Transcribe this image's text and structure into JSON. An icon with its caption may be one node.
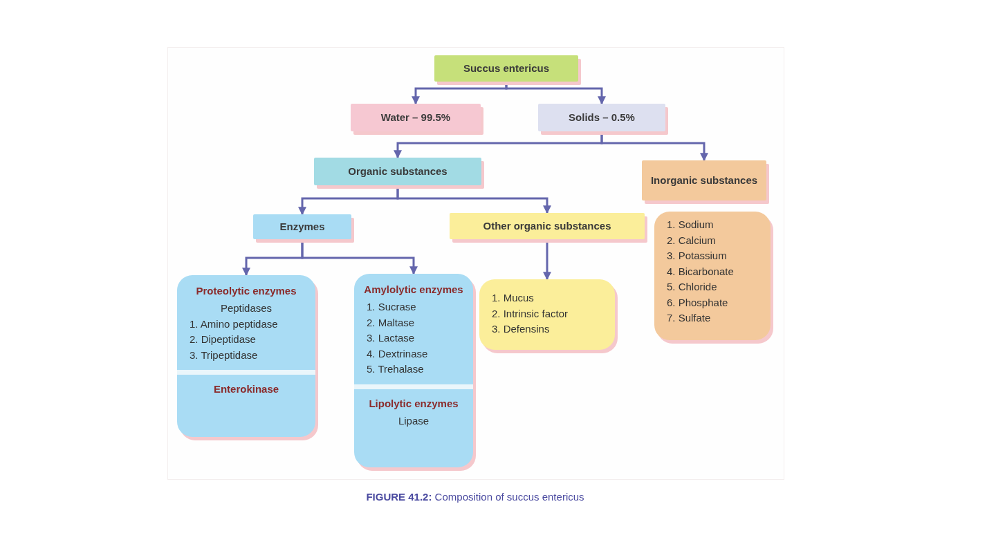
{
  "diagram": {
    "caption": "**FIGURE 41.2:** Composition of succus entericus",
    "nodes": [
      {
        "text": [
          "Succus entericus"
        ]
      },
      {
        "text": [
          "Water – 99.5%"
        ]
      },
      {
        "text": [
          "Solids – 0.5%"
        ]
      },
      {
        "text": [
          "Organic substances"
        ]
      },
      {
        "text": [
          "Inorganic substances"
        ]
      },
      {
        "text": [
          "Enzymes"
        ]
      },
      {
        "text": [
          "Other organic substances"
        ]
      },
      {
        "text": [
          "Proteolytic enzymes",
          "Peptidases",
          "1. Amino peptidase",
          "2. Dipeptidase",
          "3. Tripeptidase",
          "Enterokinase"
        ]
      },
      {
        "text": [
          "Amylolytic enzymes",
          "1. Sucrase",
          "2. Maltase",
          "3. Lactase",
          "4. Dextrinase",
          "5. Trehalase",
          "Lipolytic enzymes",
          "Lipase"
        ]
      },
      {
        "text": [
          "1. Mucus",
          "2. Intrinsic factor",
          "3. Defensins"
        ]
      },
      {
        "text": [
          "1. Sodium",
          "2. Calcium",
          "3. Potassium",
          "4. Bicarbonate",
          "5. Chloride",
          "6. Phosphate",
          "7. Sulfate"
        ]
      }
    ],
    "edges": [
      {
        "from": 0,
        "to": 1,
        "arrow": "to"
      },
      {
        "from": 0,
        "to": 2,
        "arrow": "to"
      },
      {
        "from": 2,
        "to": 3,
        "arrow": "to"
      },
      {
        "from": 2,
        "to": 4,
        "arrow": "to"
      },
      {
        "from": 3,
        "to": 5,
        "arrow": "to"
      },
      {
        "from": 3,
        "to": 6,
        "arrow": "to"
      },
      {
        "from": 5,
        "to": 7,
        "arrow": "to"
      },
      {
        "from": 5,
        "to": 8,
        "arrow": "to"
      },
      {
        "from": 6,
        "to": 9,
        "arrow": "to"
      }
    ]
  }
}
